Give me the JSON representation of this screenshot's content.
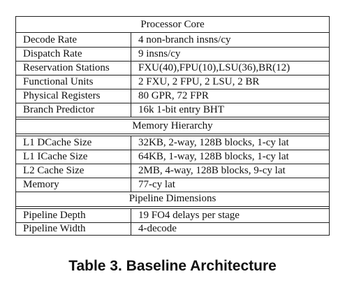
{
  "table": {
    "sections": [
      {
        "title": "Processor Core",
        "rows": [
          {
            "key": "Decode Rate",
            "value": "4 non-branch insns/cy"
          },
          {
            "key": "Dispatch Rate",
            "value": "9 insns/cy"
          },
          {
            "key": "Reservation Stations",
            "value": "FXU(40),FPU(10),LSU(36),BR(12)"
          },
          {
            "key": "Functional Units",
            "value": "2 FXU, 2 FPU, 2 LSU, 2 BR"
          },
          {
            "key": "Physical Registers",
            "value": "80 GPR, 72 FPR"
          },
          {
            "key": "Branch Predictor",
            "value": "16k 1-bit entry BHT"
          }
        ]
      },
      {
        "title": "Memory Hierarchy",
        "rows": [
          {
            "key": "L1 DCache Size",
            "value": "32KB, 2-way, 128B blocks, 1-cy lat"
          },
          {
            "key": "L1 ICache Size",
            "value": "64KB, 1-way, 128B blocks, 1-cy lat"
          },
          {
            "key": "L2 Cache Size",
            "value": "2MB, 4-way, 128B blocks, 9-cy lat"
          },
          {
            "key": "Memory",
            "value": "77-cy lat"
          }
        ]
      },
      {
        "title": "Pipeline Dimensions",
        "rows": [
          {
            "key": "Pipeline Depth",
            "value": "19 FO4 delays per stage"
          },
          {
            "key": "Pipeline Width",
            "value": "4-decode"
          }
        ]
      }
    ]
  },
  "caption": "Table 3. Baseline Architecture"
}
